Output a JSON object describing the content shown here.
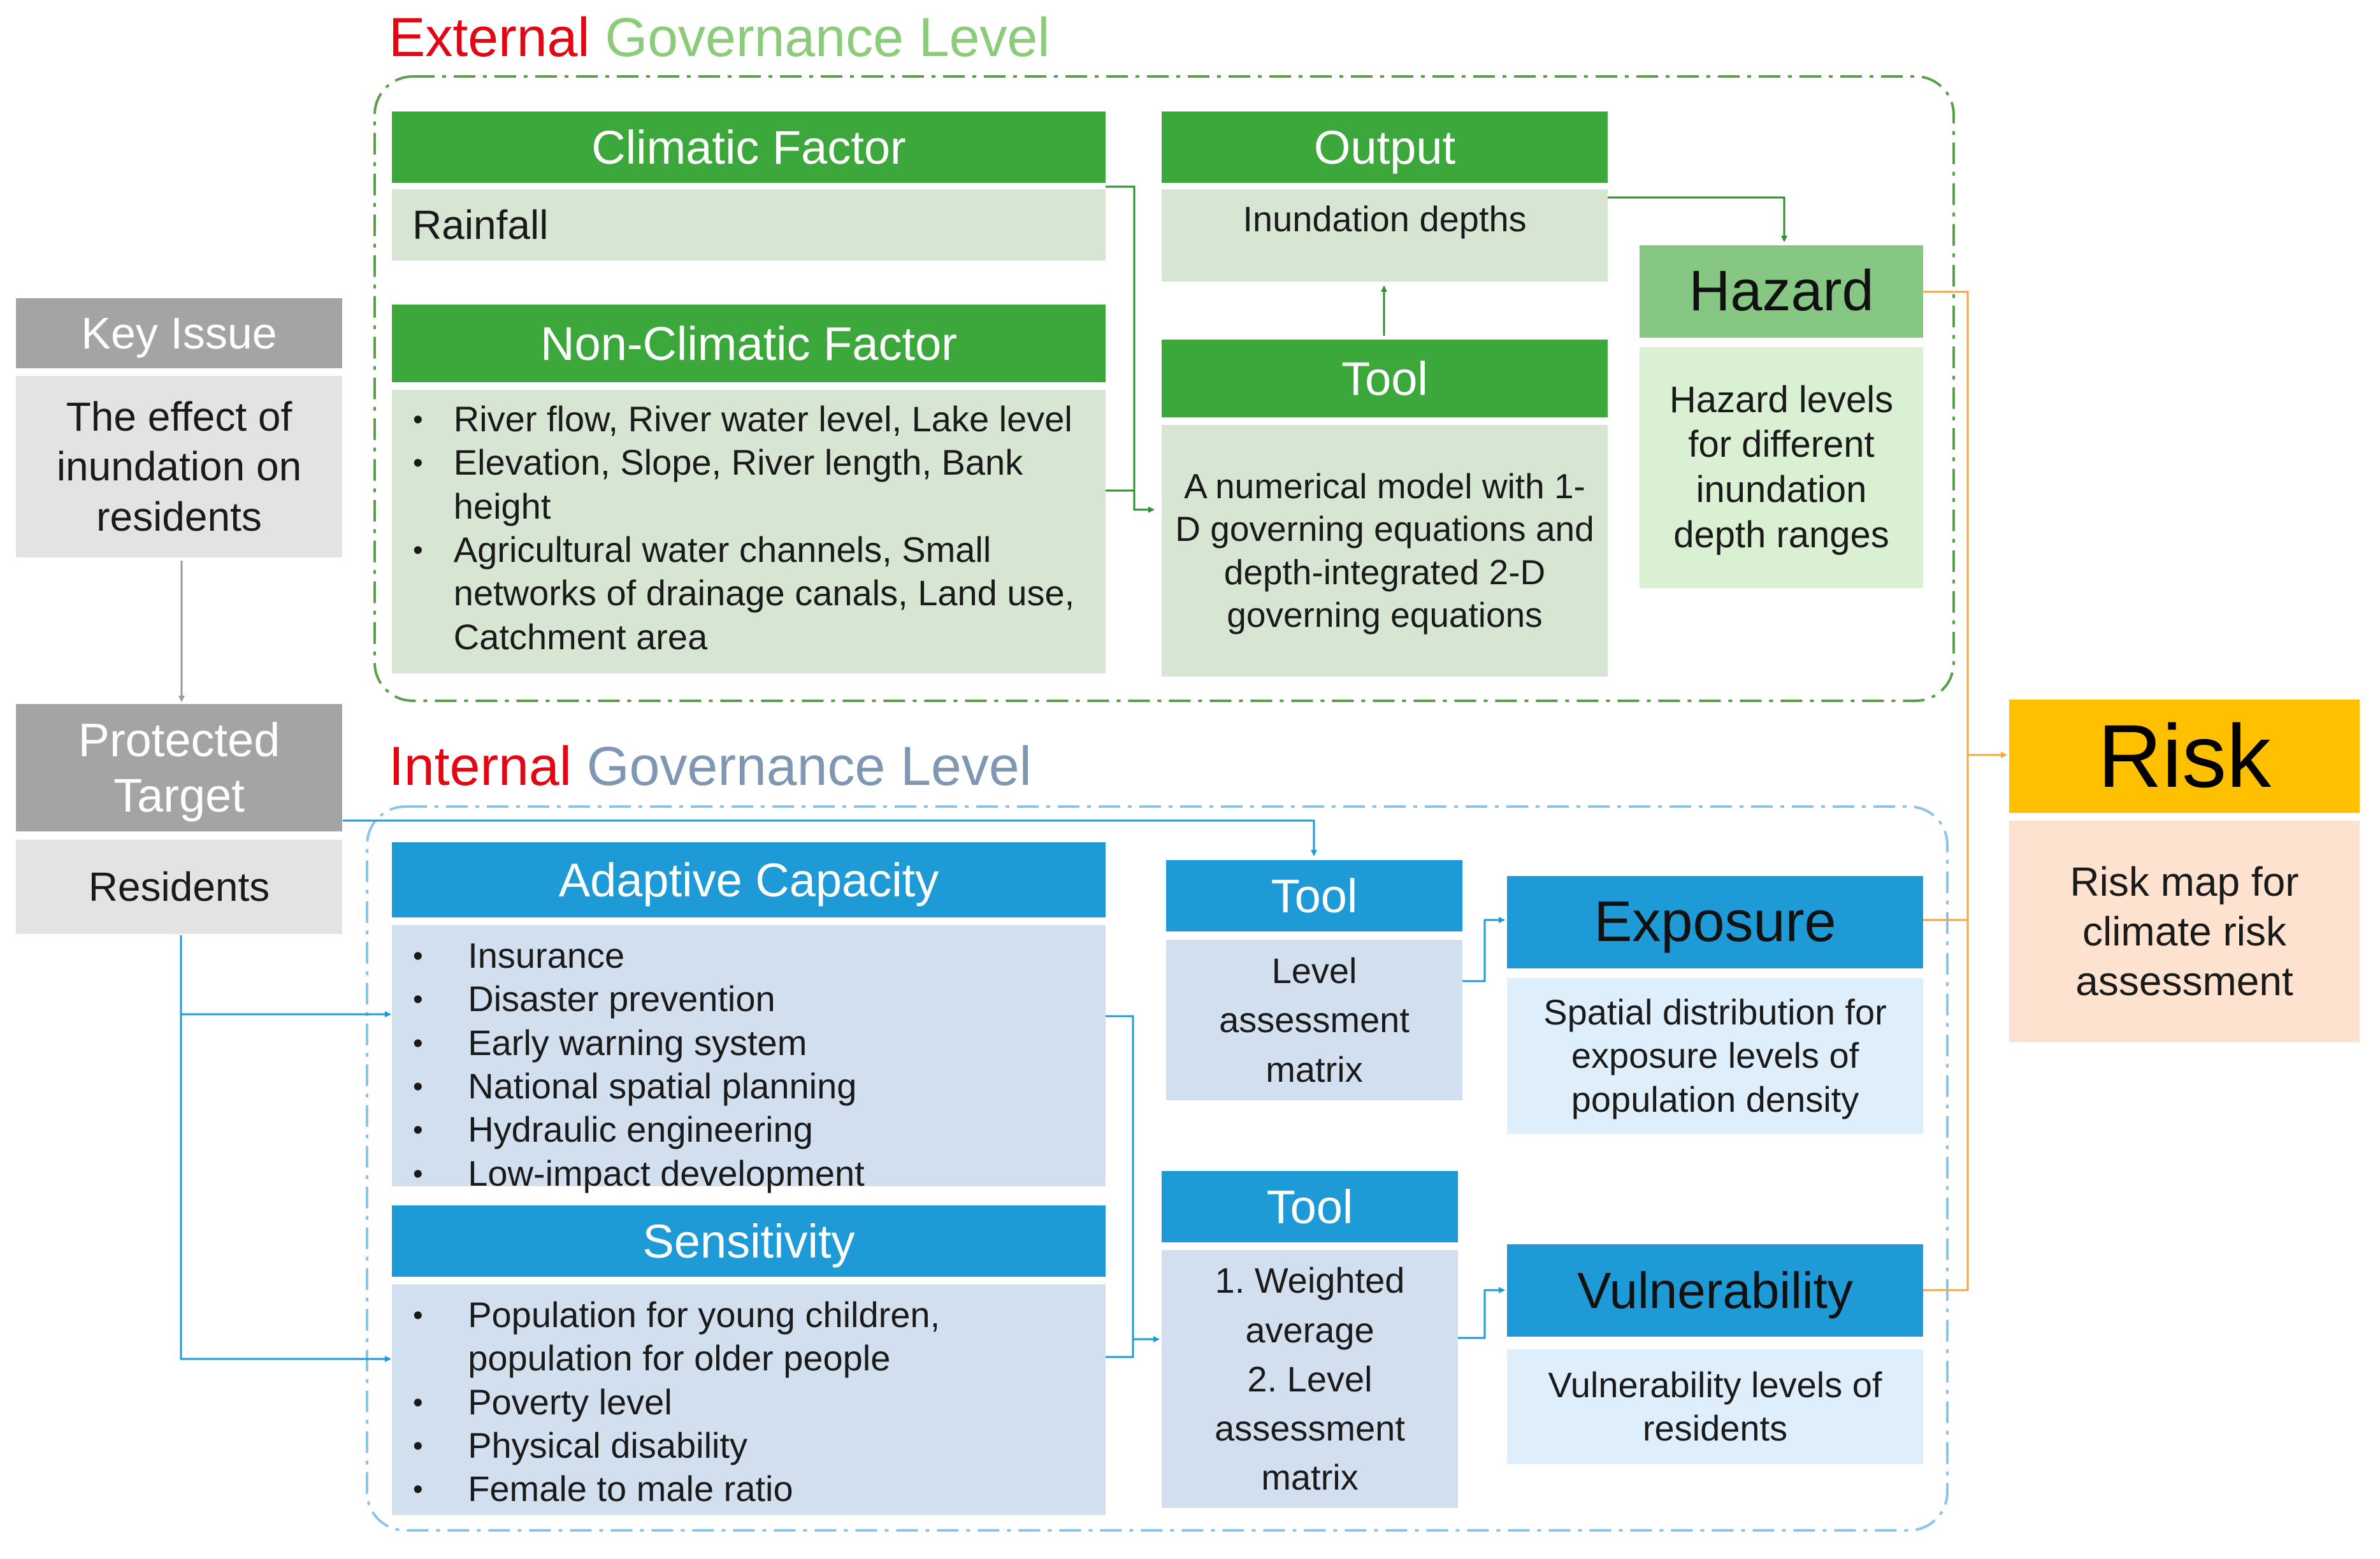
{
  "external": {
    "word1": "External",
    "word2": "Governance Level"
  },
  "internal": {
    "word1": "Internal",
    "word2": "Governance Level"
  },
  "key_issue": {
    "title": "Key Issue",
    "text": "The effect of inundation on residents"
  },
  "protected_target": {
    "title": "Protected Target",
    "text": "Residents"
  },
  "climatic_factor": {
    "title": "Climatic Factor",
    "text": "Rainfall"
  },
  "non_climatic_factor": {
    "title": "Non-Climatic Factor",
    "items": [
      "River flow, River water level, Lake level",
      "Elevation, Slope, River length, Bank height",
      "Agricultural water channels, Small networks of drainage canals, Land use, Catchment area"
    ]
  },
  "output": {
    "title": "Output",
    "text": "Inundation depths"
  },
  "tool_external": {
    "title": "Tool",
    "text": "A numerical model with 1-D governing equations and depth-integrated 2-D governing equations"
  },
  "hazard": {
    "title": "Hazard",
    "text": "Hazard levels for different inundation depth ranges"
  },
  "risk": {
    "title": "Risk",
    "text": "Risk map for climate risk assessment"
  },
  "adaptive_capacity": {
    "title": "Adaptive Capacity",
    "items": [
      "Insurance",
      "Disaster prevention",
      "Early warning system",
      "National spatial planning",
      "Hydraulic engineering",
      "Low-impact development"
    ]
  },
  "sensitivity": {
    "title": "Sensitivity",
    "items": [
      "Population for young children, population for older people",
      "Poverty level",
      "Physical disability",
      "Female to male ratio"
    ]
  },
  "tool_exposure": {
    "title": "Tool",
    "text": "Level assessment matrix"
  },
  "tool_vulnerability": {
    "title": "Tool",
    "line1": "1. Weighted average",
    "line2": "2. Level assessment matrix"
  },
  "exposure": {
    "title": "Exposure",
    "text": "Spatial distribution for exposure levels of population density"
  },
  "vulnerability": {
    "title": "Vulnerability",
    "text": "Vulnerability levels of residents"
  },
  "colors": {
    "external_red": "#e30613",
    "external_green": "#8ccb7a",
    "internal_gray_blue": "#7f97b2",
    "green_header": "#3ca83c",
    "green_body": "#d6e6d2",
    "blue_header": "#1e9ad6",
    "blue_body": "#d2dfee",
    "hazard_header": "#86c783",
    "hazard_body": "#d9f0d3",
    "risk_header": "#ffc000",
    "risk_body": "#fde3cf",
    "exposure_body": "#deeefa"
  }
}
